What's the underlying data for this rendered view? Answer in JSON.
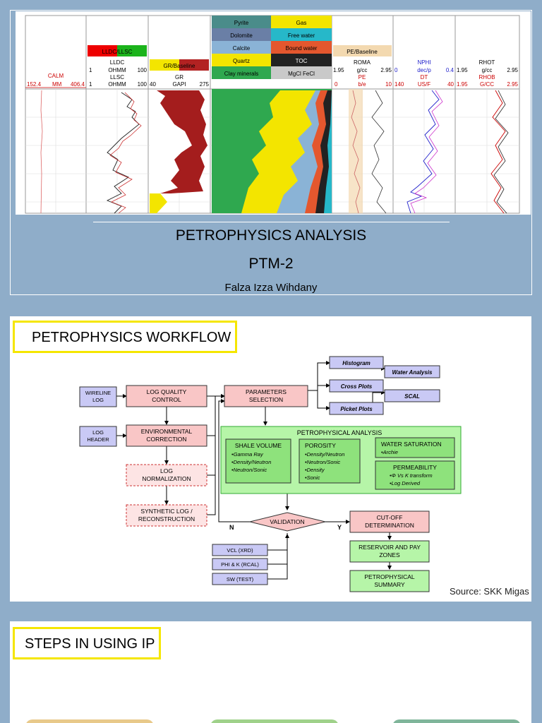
{
  "slide1": {
    "title_line1": "PETROPHYSICS ANALYSIS",
    "title_line2": "PTM-2",
    "author": "Falza Izza Wihdany",
    "log_panel": {
      "track1": {
        "header": "CALM",
        "min": "152.4",
        "unit": "MM",
        "max": "406.4"
      },
      "track2": {
        "badge": "LLDC/LLSC",
        "curve1": "LLDC",
        "curve2": "LLSC",
        "min": "1",
        "unit": "OHMM",
        "max": "100",
        "min2": "1",
        "unit2": "OHMM",
        "max2": "100"
      },
      "track3": {
        "badge": "GR/Baseline",
        "curve": "GR",
        "min": "40",
        "unit": "GAPI",
        "max": "275"
      },
      "lith_legend_left": [
        "Pyrite",
        "Dolomite",
        "Calcite",
        "Quartz",
        "Clay minerals"
      ],
      "lith_legend_right": [
        "Gas",
        "Free water",
        "Bound water",
        "TOC",
        "MgCl   FeCl"
      ],
      "track5": {
        "badge": "PE/Baseline",
        "curve1": "ROMA",
        "curve2": "PE",
        "min": "1.95",
        "unit": "g/cc",
        "max": "2.95",
        "min2": "0",
        "unit2": "b/e",
        "max2": "10"
      },
      "track6": {
        "curve1": "NPHI",
        "curve2": "DT",
        "min": "0",
        "unit": "dec/p",
        "max": "0.4",
        "min2": "140",
        "unit2": "US/F",
        "max2": "40"
      },
      "track7": {
        "curve1": "RHOT",
        "curve2": "RHOB",
        "min": "1.95",
        "unit": "g/cc",
        "max": "2.95",
        "min2": "1.95",
        "unit2": "G/CC",
        "max2": "2.95"
      }
    }
  },
  "slide2": {
    "title": "PETROPHYSICS WORKFLOW",
    "source": "Source: SKK Migas",
    "boxes": {
      "wireline": "WIRELINE LOG",
      "log_header": "LOG HEADER",
      "lqc": "LOG QUALITY CONTROL",
      "env": "ENVIRONMENTAL CORRECTION",
      "norm": "LOG NORMALIZATION",
      "synth": "SYNTHETIC LOG / RECONSTRUCTION",
      "params": "PARAMETERS SELECTION",
      "histogram": "Histogram",
      "water_analysis": "Water Analysis",
      "cross_plots": "Cross Plots",
      "scal": "SCAL",
      "picket": "Picket Plots",
      "pa_title": "PETROPHYSICAL ANALYSIS",
      "shale": "SHALE VOLUME",
      "shale_items": [
        "•Gamma Ray",
        "•Density/Neutron",
        "•Neutron/Sonic"
      ],
      "porosity": "POROSITY",
      "porosity_items": [
        "•Density/Neutron",
        "•Neutron/Sonic",
        "•Density",
        "•Sonic"
      ],
      "water_sat": "WATER SATURATION",
      "water_sat_items": [
        "•Archie"
      ],
      "perm": "PERMEABILITY",
      "perm_items": [
        "•Φ Vs K transform",
        "•Log Derived"
      ],
      "validation": "VALIDATION",
      "n": "N",
      "y": "Y",
      "vcl": "VCL (XRD)",
      "phik": "PHI & K (RCAL)",
      "sw": "SW (TEST)",
      "cutoff": "CUT-OFF DETERMINATION",
      "reservoir": "RESERVOIR AND PAY ZONES",
      "summary": "PETROPHYSICAL SUMMARY"
    }
  },
  "slide3": {
    "title": "STEPS IN USING IP"
  },
  "colors": {
    "background": "#8fadc9",
    "title_border": "#f5e600",
    "box_pink": "#f9c6c6",
    "box_purple": "#c9c9f5",
    "box_green": "#b6f5a8",
    "box_green_dark": "#8ee27c"
  }
}
